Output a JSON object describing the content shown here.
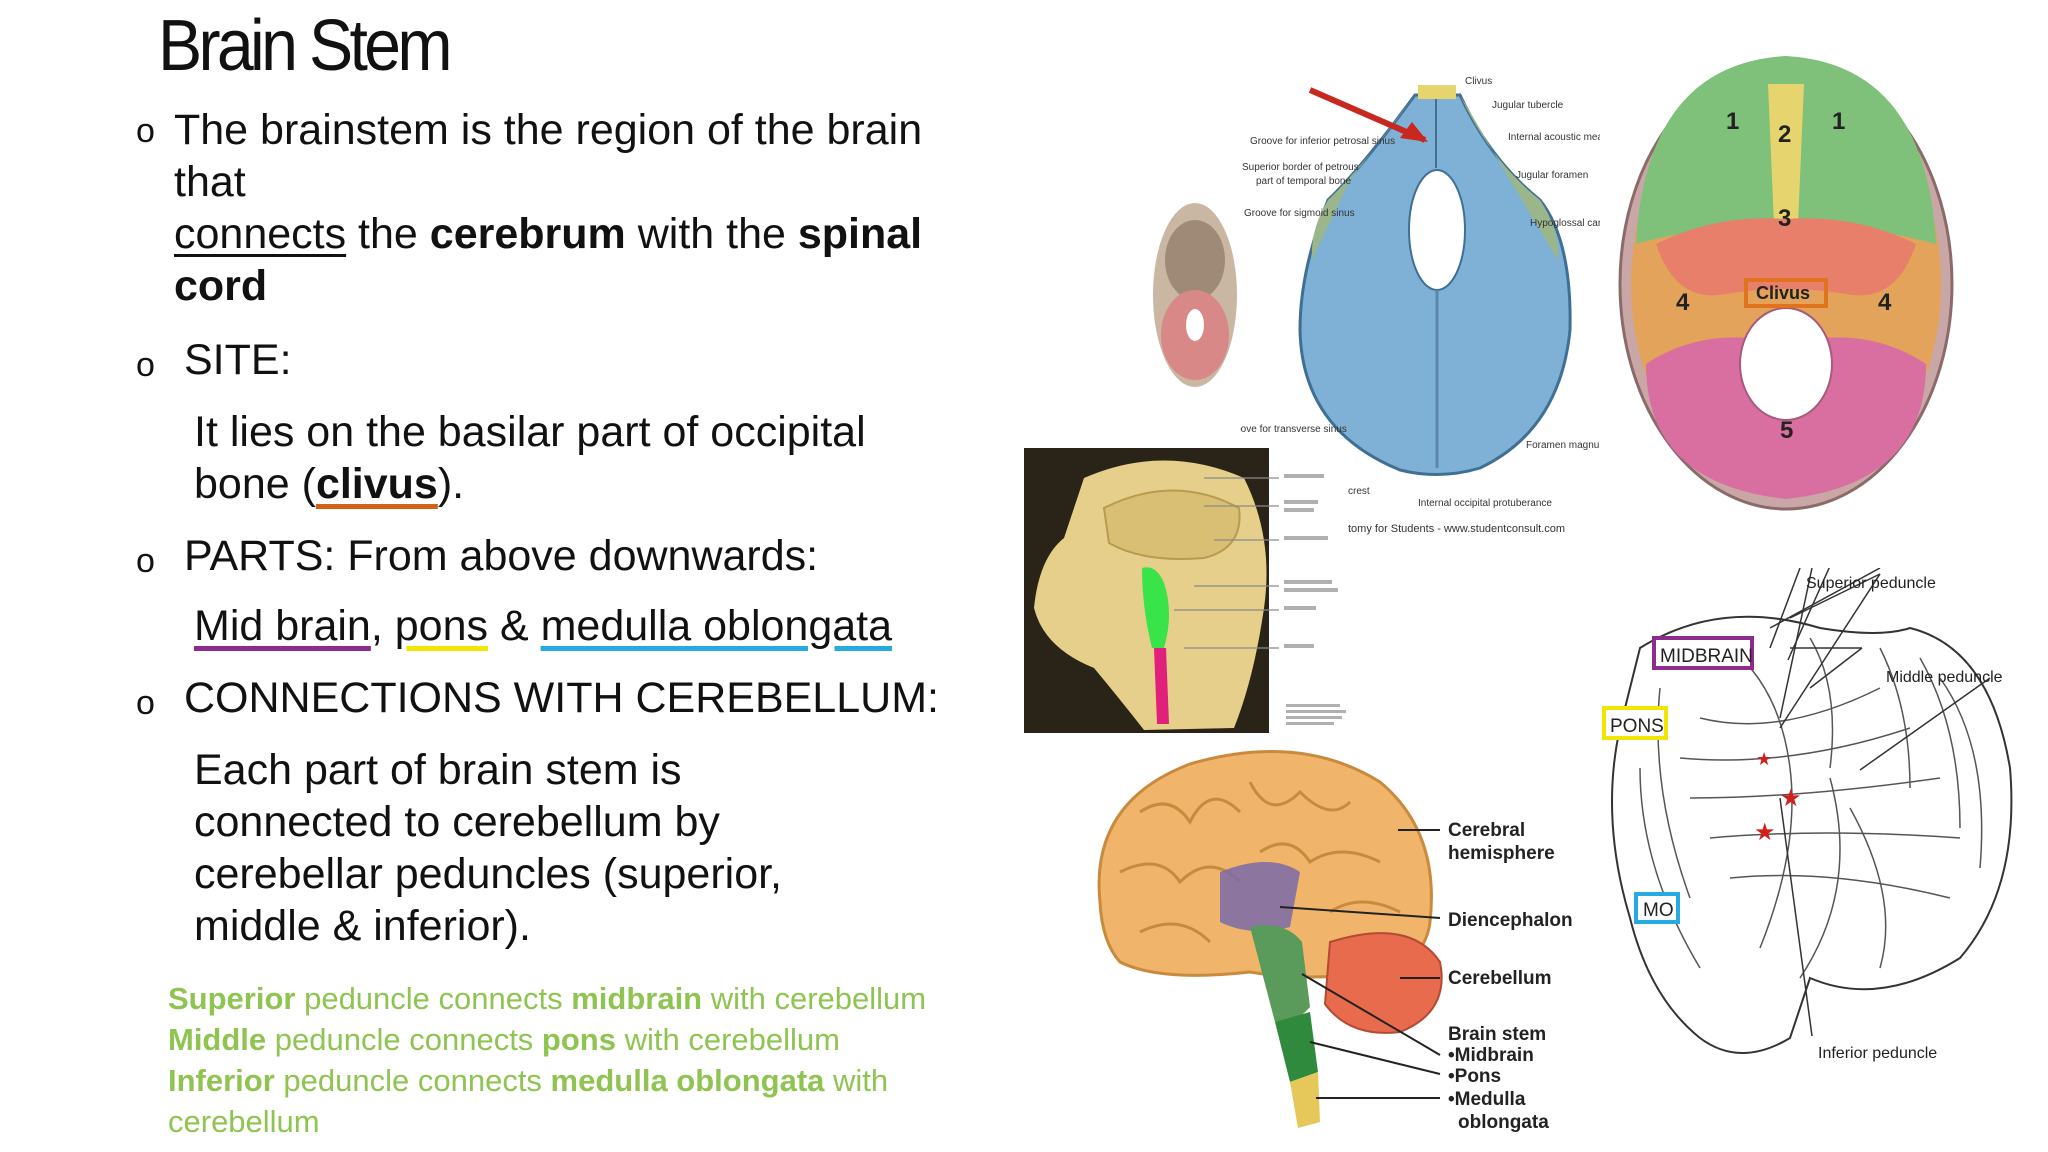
{
  "title": "Brain Stem",
  "bullet_char": "o",
  "p1": {
    "line1": "The brainstem is the region of the brain",
    "line2": "that",
    "connects": "connects",
    "the": " the ",
    "cerebrum": "cerebrum",
    "with_the": " with the ",
    "spinal": "spinal",
    "cord": "cord"
  },
  "site": {
    "heading": "SITE:",
    "line1": "It lies on the basilar part of occipital",
    "bone": "bone  (",
    "clivus": "clivus",
    "close": ")."
  },
  "parts": {
    "heading": "PARTS: From above downwards:",
    "mid_brain": "Mid brain",
    "comma": ", ",
    "pons": "pons",
    "amp": " & ",
    "medulla": "medulla oblongata"
  },
  "connections": {
    "heading": "CONNECTIONS WITH CEREBELLUM:",
    "lines": [
      "Each part of brain stem is",
      "connected to  cerebellum by",
      "cerebellar peduncles  (superior,",
      "middle & inferior)."
    ]
  },
  "green_note": {
    "superior": "Superior",
    "t1": " peduncle connects ",
    "midbrain": "midbrain",
    "t2": " with cerebellum  ",
    "middle": "Middle",
    "t3": " peduncle connects ",
    "pons": "pons",
    "t4": " with cerebellum  ",
    "inferior": "Inferior",
    "t5": " peduncle connects ",
    "medulla": "medulla oblongata",
    "t6": " with  cerebellum"
  },
  "skull_labels": {
    "clivus": "Clivus",
    "jugular_tubercle": "Jugular tubercle",
    "internal_acoustic": "Internal acoustic meatus",
    "jugular_foramen": "Jugular foramen",
    "hypoglossal": "Hypoglossal canal",
    "groove_petrosal": "Groove for inferior petrosal sinus",
    "superior_border_1": "Superior border of petrous",
    "superior_border_2": "part of temporal bone",
    "groove_sigmoid": "Groove for sigmoid sinus",
    "groove_transverse": "Groove for transverse sinus",
    "foramen_magnum": "Foramen magnum",
    "crest": "crest",
    "internal_occipital": "Internal occipital protuberance",
    "credit": "tomy for Students - www.studentconsult.com"
  },
  "skull_base_labels": {
    "n1": "1",
    "n2": "2",
    "n3": "3",
    "n4": "4",
    "n5": "5",
    "clivus": "Clivus"
  },
  "brain_labels": {
    "cerebral": "Cerebral",
    "hemisphere": "hemisphere",
    "diencephalon": "Diencephalon",
    "cerebellum": "Cerebellum",
    "brain_stem": "Brain stem",
    "midbrain": "•Midbrain",
    "pons": "•Pons",
    "medulla": "•Medulla",
    "oblongata": "oblongata"
  },
  "peduncle_labels": {
    "superior": "Superior peduncle",
    "middle": "Middle peduncle",
    "inferior": "Inferior peduncle",
    "midbrain": "MIDBRAIN",
    "pons": "PONS",
    "mo": "MO"
  }
}
